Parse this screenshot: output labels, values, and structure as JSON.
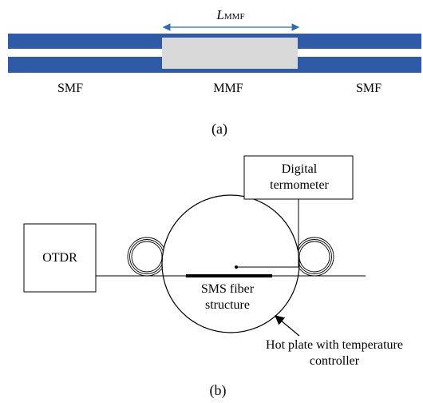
{
  "diagram_a": {
    "length_symbol": "L",
    "length_subscript": "MMF",
    "labels": {
      "left": "SMF",
      "middle": "MMF",
      "right": "SMF"
    },
    "caption": "(a)",
    "colors": {
      "fiber": "#2f5aa6",
      "mmf": "#d9d9d9",
      "arrow": "#2e6bb0"
    }
  },
  "diagram_b": {
    "otdr_label": "OTDR",
    "thermometer_label": "Digital termometer",
    "structure_label": "SMS fiber structure",
    "hotplate_label": "Hot plate with temperature controller",
    "caption": "(b)"
  }
}
